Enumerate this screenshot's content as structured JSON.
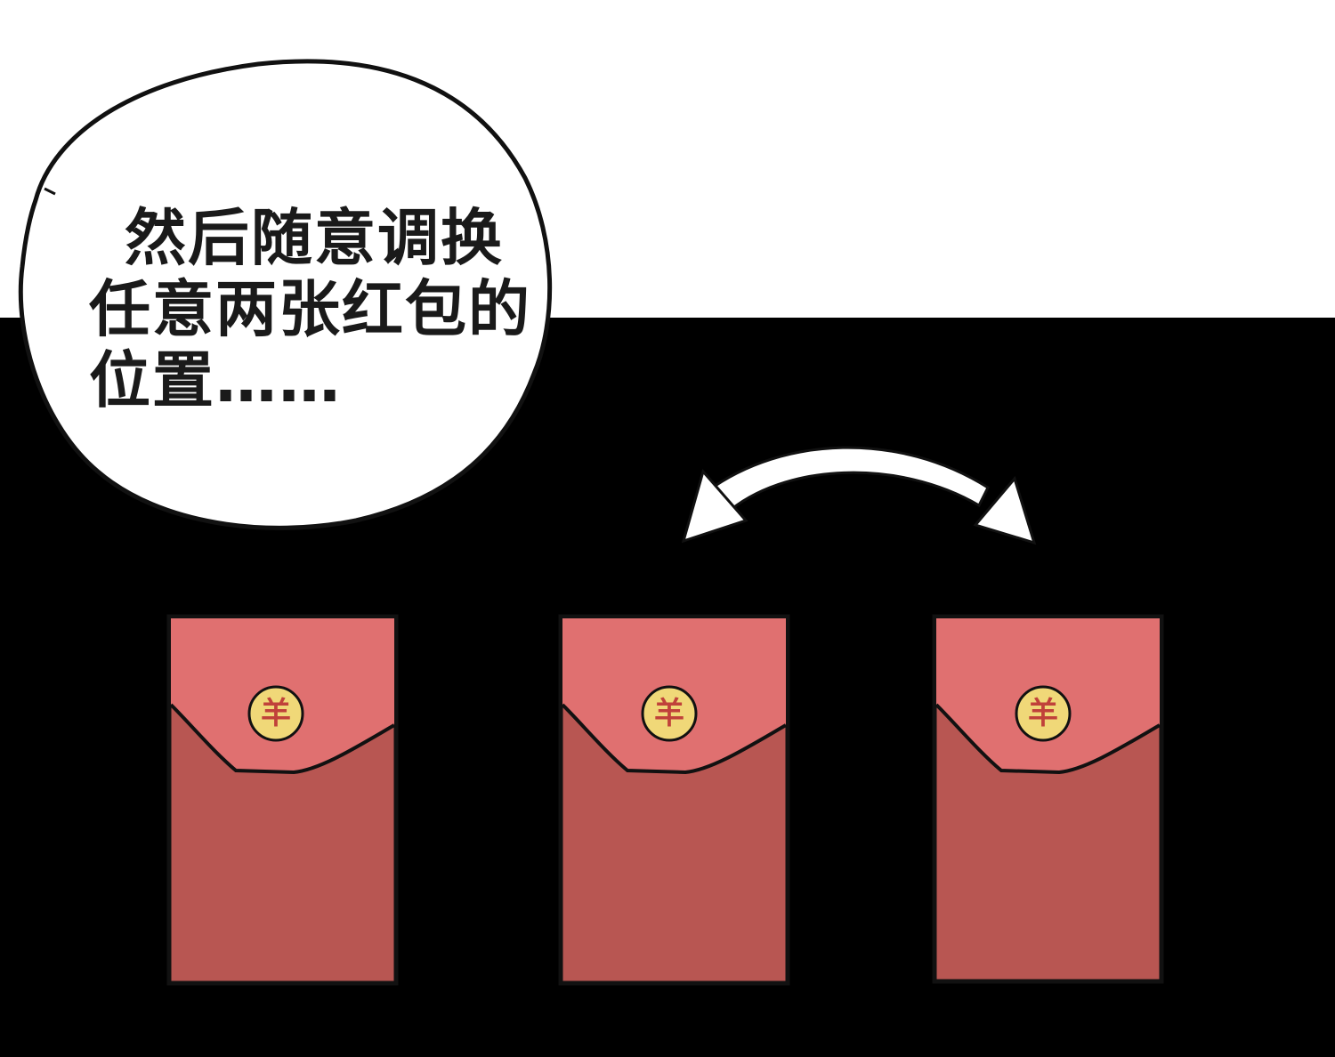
{
  "speech_bubble": {
    "lines": [
      "然后随意调换",
      "任意两张红包的",
      "位置……"
    ]
  },
  "envelopes": [
    {
      "coin_char": "羊"
    },
    {
      "coin_char": "羊"
    },
    {
      "coin_char": "羊"
    }
  ],
  "colors": {
    "background_top": "#ffffff",
    "background_bottom": "#000000",
    "envelope_flap": "#e07070",
    "envelope_body": "#b85652",
    "coin_fill": "#f0d878",
    "coin_char": "#c0413a",
    "arrow_fill": "#ffffff"
  },
  "arrow_icon": "swap-arrow-icon"
}
